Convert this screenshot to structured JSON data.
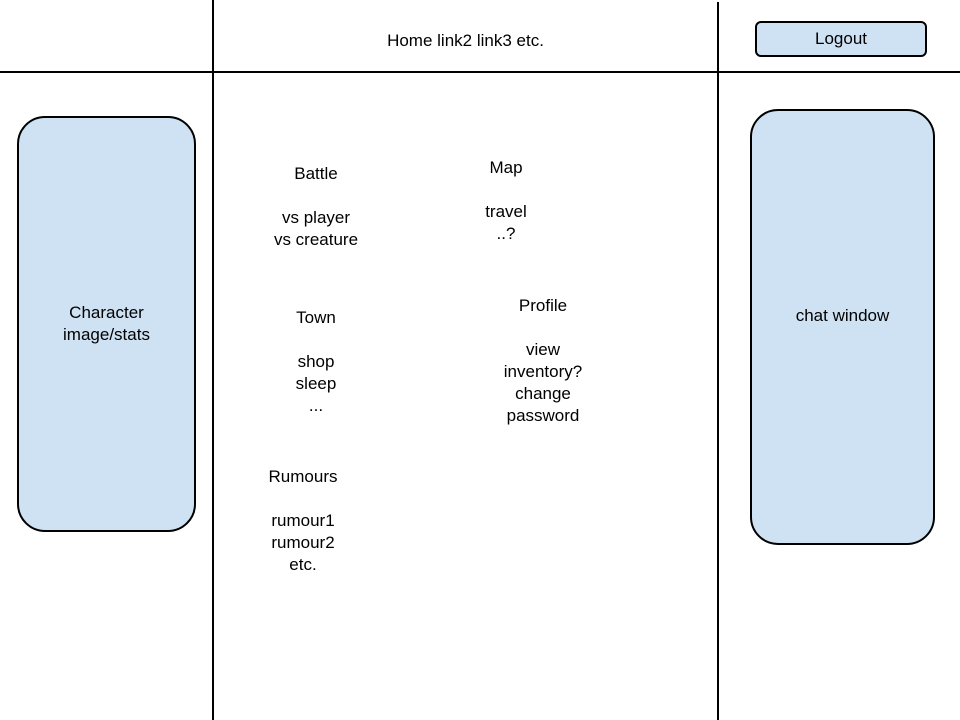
{
  "header": {
    "nav_text": "Home link2 link3 etc.",
    "logout_label": "Logout"
  },
  "left_panel": {
    "label": "Character\nimage/stats"
  },
  "right_panel": {
    "label": "chat window"
  },
  "sections": {
    "battle": {
      "title": "Battle",
      "items": [
        "vs player",
        "vs creature"
      ]
    },
    "map": {
      "title": "Map",
      "items": [
        "travel",
        "..?"
      ]
    },
    "town": {
      "title": "Town",
      "items": [
        "shop",
        "sleep",
        "..."
      ]
    },
    "profile": {
      "title": "Profile",
      "items": [
        "view",
        "inventory?",
        "change",
        "password"
      ]
    },
    "rumours": {
      "title": "Rumours",
      "items": [
        "rumour1",
        "rumour2",
        "etc."
      ]
    }
  },
  "colors": {
    "panel_fill": "#cfe2f3",
    "border": "#000000"
  }
}
